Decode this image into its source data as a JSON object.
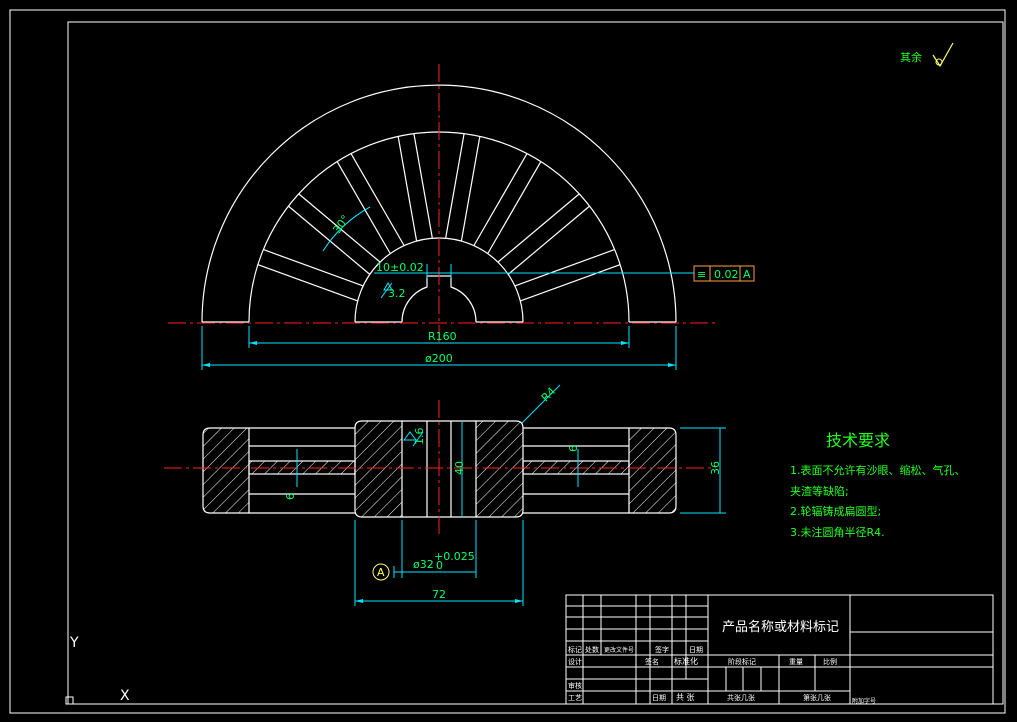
{
  "surface_mark": {
    "label": "其余"
  },
  "dimensions": {
    "keyway_width": "10±0.02",
    "keyway_roughness": "3.2",
    "angle": "30°",
    "radius_inner": "R160",
    "diameter_outer": "ø200",
    "fillet": "R4",
    "hub_roughness": "1.6",
    "hub_height": "40",
    "rim_height": "36",
    "web_thickness_left": "6",
    "web_thickness_right": "6",
    "bore": "ø32",
    "bore_tol_upper": "+0.025",
    "bore_tol_lower": "0",
    "hub_width": "72",
    "datum": "A"
  },
  "tolerance_frame": {
    "symbol": "≡",
    "value": "0.02",
    "datum": "A"
  },
  "tech_requirements": {
    "title": "技术要求",
    "line1": "1.表面不允许有沙眼、缩松、气孔、",
    "line2": "夹渣等缺陷;",
    "line3": "2.轮辐铸成扁圆型;",
    "line4": "3.未注圆角半径R4."
  },
  "title_block": {
    "product_name": "产品名称或材料标记",
    "h_mark": "标记",
    "h_count": "处数",
    "h_change_doc": "更改文件号",
    "h_sign": "签字",
    "h_date": "日期",
    "r_design": "设计",
    "r_sign_name": "签名",
    "r_standard": "标准化",
    "r_stage_mark": "阶段标记",
    "r_weight": "重量",
    "r_scale": "比例",
    "r_review": "审核",
    "r_process": "工艺",
    "r_date": "日期",
    "r_sheet_total": "共 张",
    "r_sheets": "共张几张",
    "r_sheet_no": "第张几张",
    "r_extra": "附加字号"
  },
  "ucs": {
    "y": "Y",
    "x": "X"
  }
}
